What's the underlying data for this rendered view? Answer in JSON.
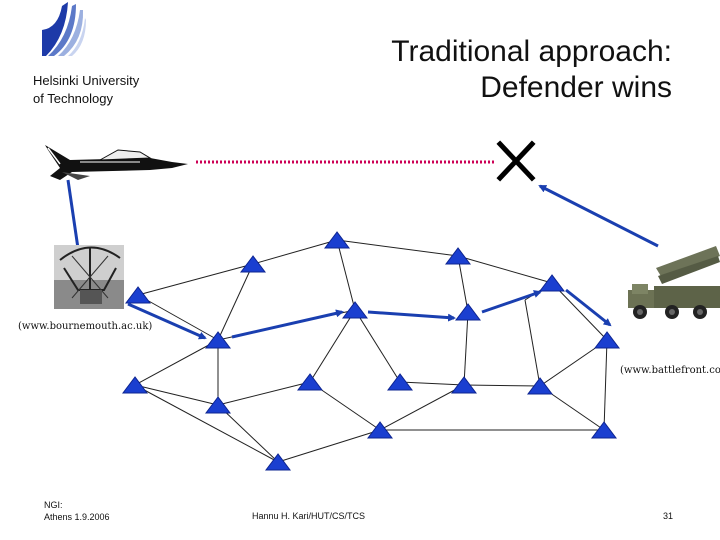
{
  "header": {
    "university": [
      "Helsinki University",
      "of Technology"
    ],
    "title": [
      "Traditional approach:",
      "Defender wins"
    ]
  },
  "diagram": {
    "credit_left": "(www.bournemouth.ac.uk)",
    "credit_right": "(www.battlefront.co.nz)",
    "images": [
      "fighter-jet",
      "radar-antenna",
      "rocket-launcher-truck"
    ],
    "colors": {
      "node": "#1a3fd0",
      "attack_path": "#cc0055",
      "signal_arrow": "#1a3fb0",
      "link": "#222222",
      "cross": "#000000"
    }
  },
  "footer": {
    "left": [
      "NGI:",
      "Athens 1.9.2006"
    ],
    "middle": "Hannu H. Kari/HUT/CS/TCS",
    "page_number": "31"
  }
}
